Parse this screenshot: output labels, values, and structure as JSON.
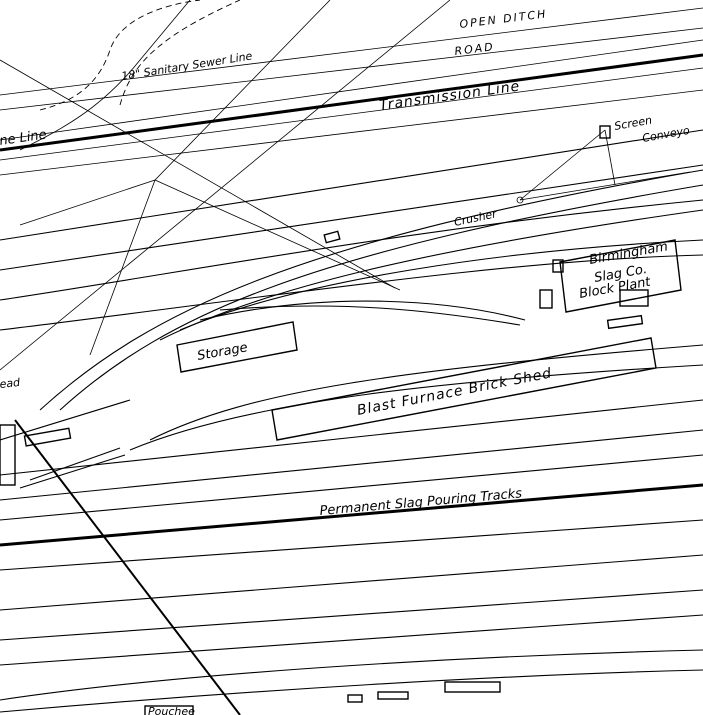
{
  "labels": {
    "open_ditch": "OPEN DITCH",
    "sewer_line": "18\" Sanitary Sewer Line",
    "road": "ROAD",
    "transmission_line": "Transmission Line",
    "line_left": "ne Line",
    "screen": "Screen",
    "conveyor": "Conveyo",
    "crusher": "Crusher",
    "birmingham": "Birmingham",
    "slag_co": "Slag Co.",
    "block_plant": "Block Plant",
    "storage": "Storage",
    "blast_furnace_brick_shed": "Blast Furnace Brick Shed",
    "permanent_slag_pouring_tracks": "Permanent Slag Pouring Tracks",
    "left_partial": "ead",
    "bottom_partial": "Pouchee"
  }
}
